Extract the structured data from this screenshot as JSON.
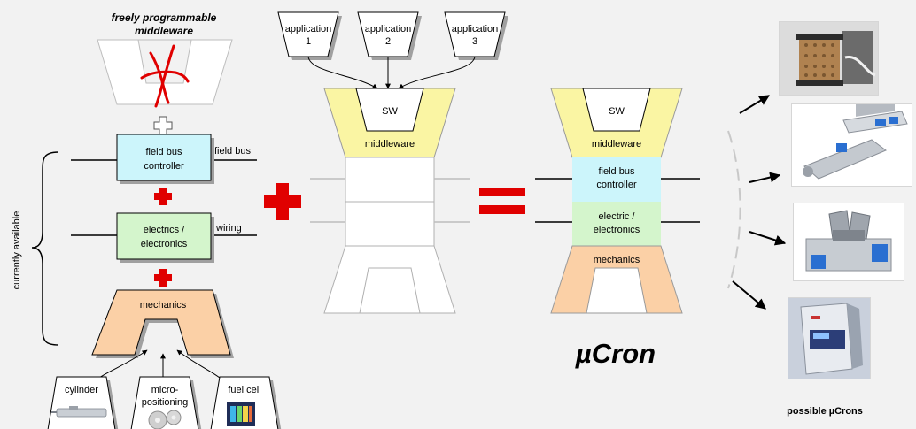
{
  "middleware_block": {
    "title_line1": "freely programmable",
    "title_line2": "middleware"
  },
  "current": {
    "side_label": "currently available",
    "field_bus_line1": "field bus",
    "field_bus_line2": "controller",
    "field_bus_wire": "field bus",
    "electrics_line1": "electrics /",
    "electrics_line2": "electronics",
    "wiring": "wiring",
    "mechanics": "mechanics"
  },
  "sources": [
    {
      "line1": "cylinder",
      "line2": ""
    },
    {
      "line1": "micro-",
      "line2": "positioning"
    },
    {
      "line1": "fuel cell",
      "line2": ""
    }
  ],
  "applications": [
    {
      "line1": "application",
      "line2": "1"
    },
    {
      "line1": "application",
      "line2": "2"
    },
    {
      "line1": "application",
      "line2": "3"
    }
  ],
  "center": {
    "sw": "SW",
    "middleware": "middleware"
  },
  "result": {
    "sw": "SW",
    "middleware": "middleware",
    "field_bus_line1": "field bus",
    "field_bus_line2": "controller",
    "electrics_line1": "electric /",
    "electrics_line2": "electronics",
    "mechanics": "mechanics",
    "name": "µCron"
  },
  "examples_caption": "possible µCrons",
  "colors": {
    "yellow": "#faf5a3",
    "cyan": "#ccf5fb",
    "green": "#d4f5cc",
    "orange": "#fbd0a6",
    "red": "#e00000"
  }
}
